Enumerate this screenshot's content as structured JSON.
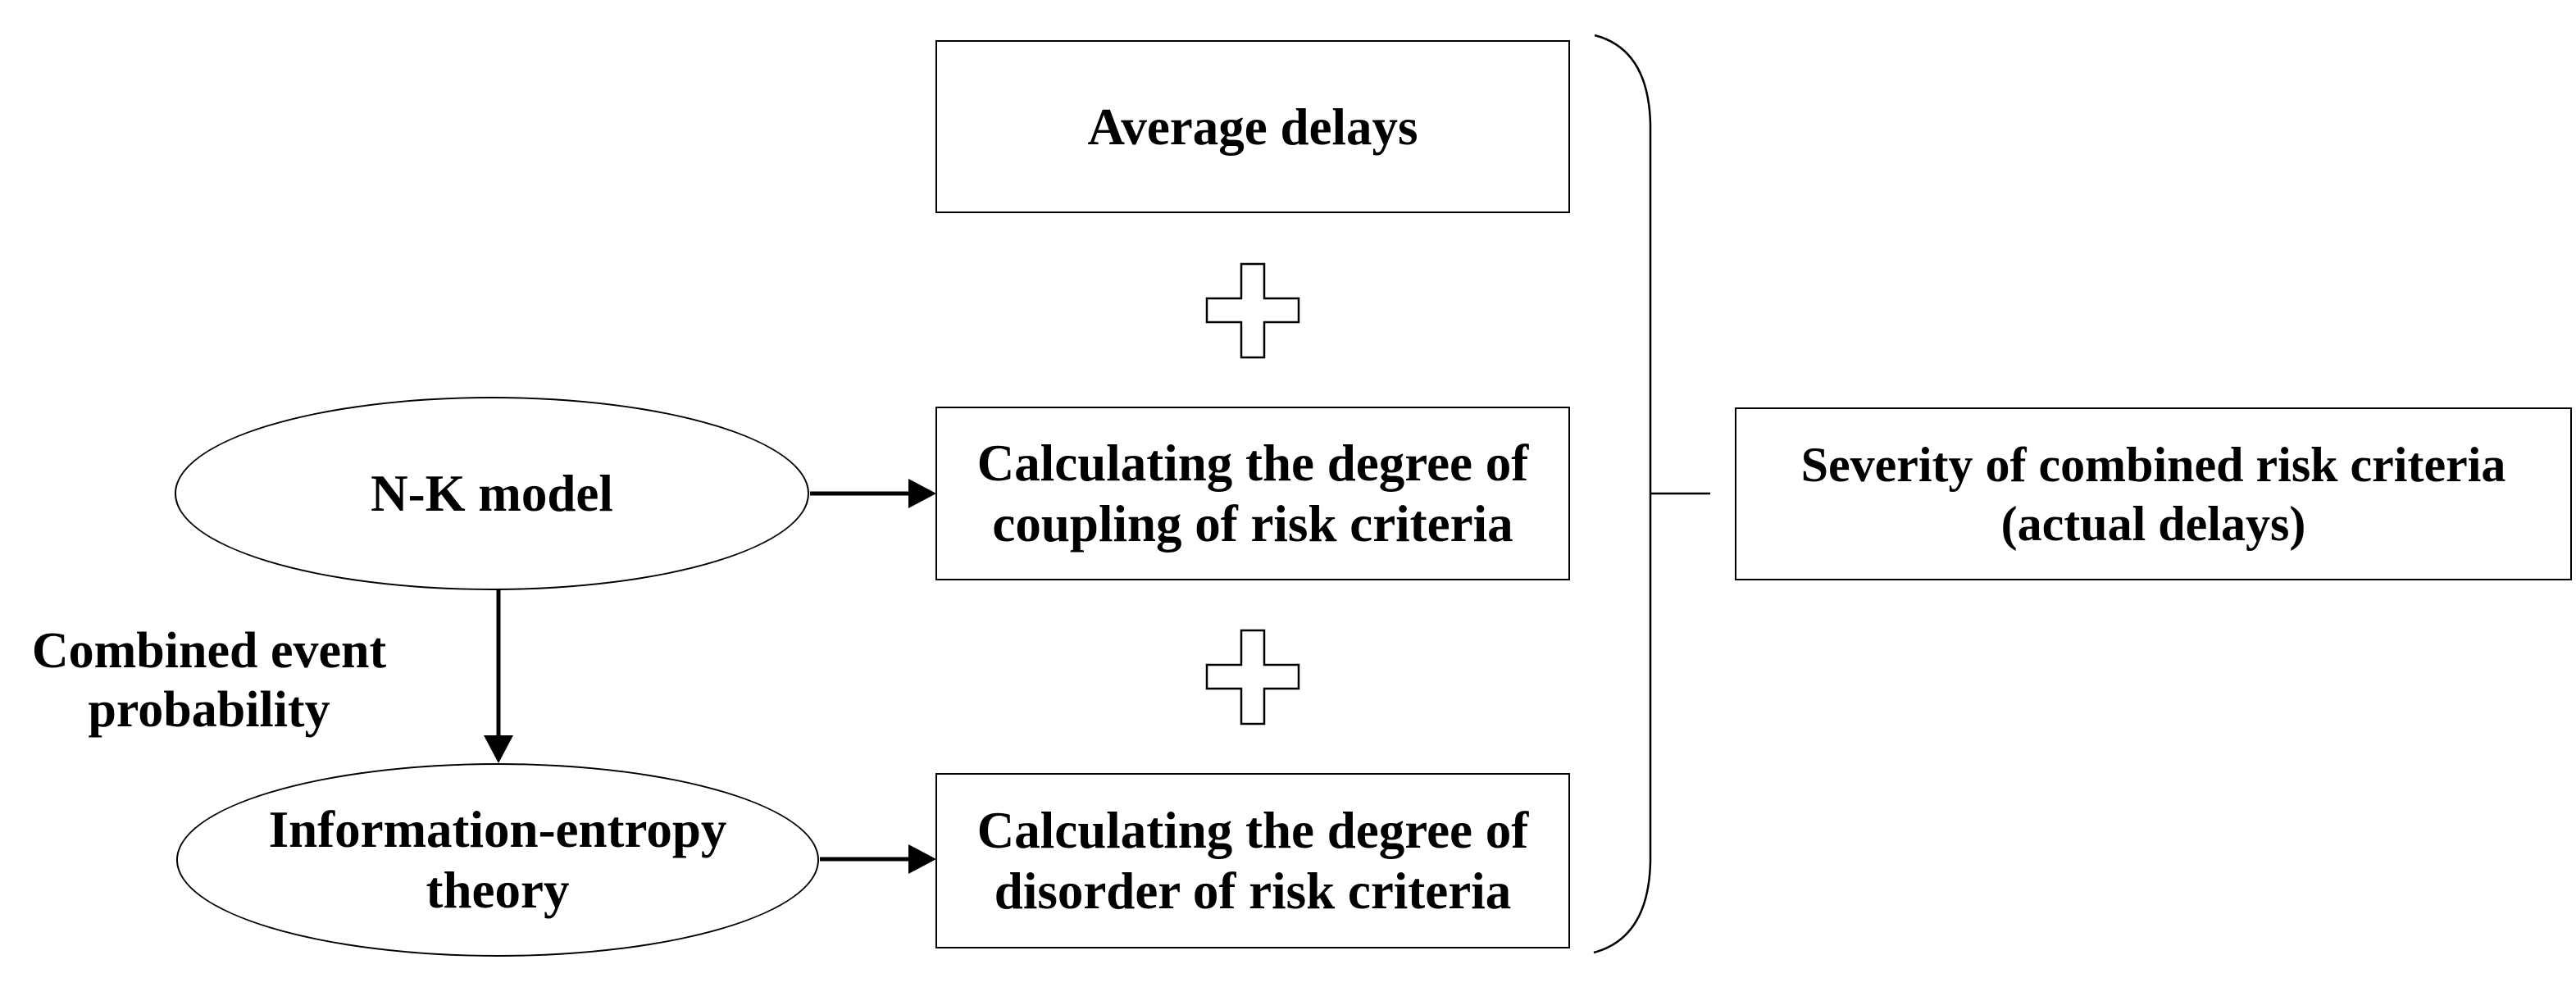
{
  "diagram": {
    "title_hint": "risk criteria combination flow diagram",
    "colors": {
      "background": "#ffffff",
      "stroke": "#000000",
      "text": "#000000",
      "shape_fill": "#ffffff"
    },
    "nodes": {
      "average_delays": {
        "shape": "rectangle",
        "lines": [
          "Average delays"
        ]
      },
      "coupling": {
        "shape": "rectangle",
        "lines": [
          "Calculating the degree of",
          "coupling of risk criteria"
        ]
      },
      "disorder": {
        "shape": "rectangle",
        "lines": [
          "Calculating the degree of",
          "disorder of risk criteria"
        ]
      },
      "severity": {
        "shape": "rectangle",
        "lines": [
          "Severity of combined risk criteria",
          "(actual delays)"
        ]
      },
      "nk_model": {
        "shape": "ellipse",
        "lines": [
          "N-K model"
        ]
      },
      "info_entropy": {
        "shape": "ellipse",
        "lines": [
          "Information-entropy",
          "theory"
        ]
      }
    },
    "labels": {
      "combined_event": {
        "lines": [
          "Combined event",
          "probability"
        ]
      }
    },
    "icons": {
      "plus_top": "plus-outline-cross",
      "plus_bottom": "plus-outline-cross",
      "brace": "right-round-brace",
      "arrows": "solid-black-arrowheads"
    },
    "edges": [
      {
        "from": "nk_model",
        "to": "coupling",
        "type": "arrow-right"
      },
      {
        "from": "nk_model",
        "to": "info_entropy",
        "type": "arrow-down",
        "label_ref": "combined_event"
      },
      {
        "from": "info_entropy",
        "to": "disorder",
        "type": "arrow-right"
      },
      {
        "from": "brace-group(average_delays,coupling,disorder)",
        "to": "severity",
        "type": "line"
      }
    ]
  }
}
